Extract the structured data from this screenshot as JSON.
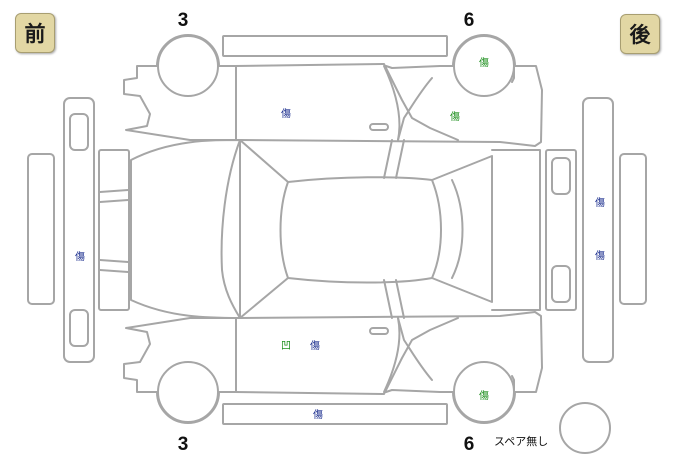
{
  "corner_labels": {
    "front": "前",
    "rear": "後"
  },
  "tire_tread": {
    "front_left": "3",
    "rear_left": "6",
    "front_right": "3",
    "rear_right": "6"
  },
  "spare": "スペア無し",
  "damage_marks": [
    {
      "id": "front-bumper",
      "text": "傷",
      "color": "#1c2f8f"
    },
    {
      "id": "left-front-door",
      "text": "傷",
      "color": "#1c2f8f"
    },
    {
      "id": "left-rear-door",
      "text": "傷",
      "color": "#1e8f1e"
    },
    {
      "id": "left-rear-wheel",
      "text": "傷",
      "color": "#1e8f1e"
    },
    {
      "id": "rear-bumper-upper",
      "text": "傷",
      "color": "#1c2f8f"
    },
    {
      "id": "rear-bumper-lower",
      "text": "傷",
      "color": "#1c2f8f"
    },
    {
      "id": "right-front-door-dent",
      "text": "凹",
      "color": "#1e8f1e"
    },
    {
      "id": "right-front-door-scratch",
      "text": "傷",
      "color": "#1c2f8f"
    },
    {
      "id": "right-rear-wheel",
      "text": "傷",
      "color": "#1e8f1e"
    },
    {
      "id": "right-sill",
      "text": "傷",
      "color": "#1c2f8f"
    }
  ]
}
